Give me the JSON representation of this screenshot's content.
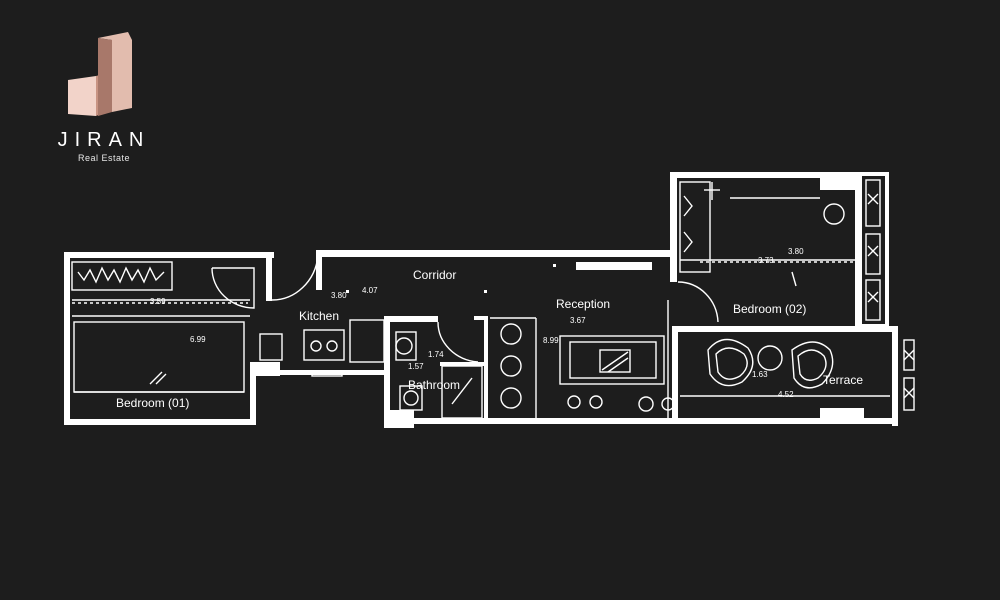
{
  "brand": {
    "name": "JIRAN",
    "subtitle": "Real Estate",
    "logo_colors": [
      "#f2d3c9",
      "#d9aa98",
      "#a8786a"
    ]
  },
  "colors": {
    "background": "#1d1d1d",
    "walls": "#ffffff"
  },
  "rooms": {
    "corridor": "Corridor",
    "kitchen": "Kitchen",
    "reception": "Reception",
    "bedroom_01": "Bedroom (01)",
    "bedroom_02": "Bedroom (02)",
    "bathroom": "Bathroom",
    "terrace": "Terrace"
  },
  "dimensions": {
    "bedroom_01_width": "3.59",
    "bedroom_01_depth": "6.99",
    "kitchen_a": "3.80",
    "kitchen_b": "4.07",
    "reception_depth": "3.67",
    "reception_width": "8.99",
    "bedroom_02_a": "3.73",
    "bedroom_02_b": "3.80",
    "bathroom_a": "1.74",
    "bathroom_b": "1.57",
    "terrace_width": "4.52",
    "terrace_depth": "1.63"
  }
}
